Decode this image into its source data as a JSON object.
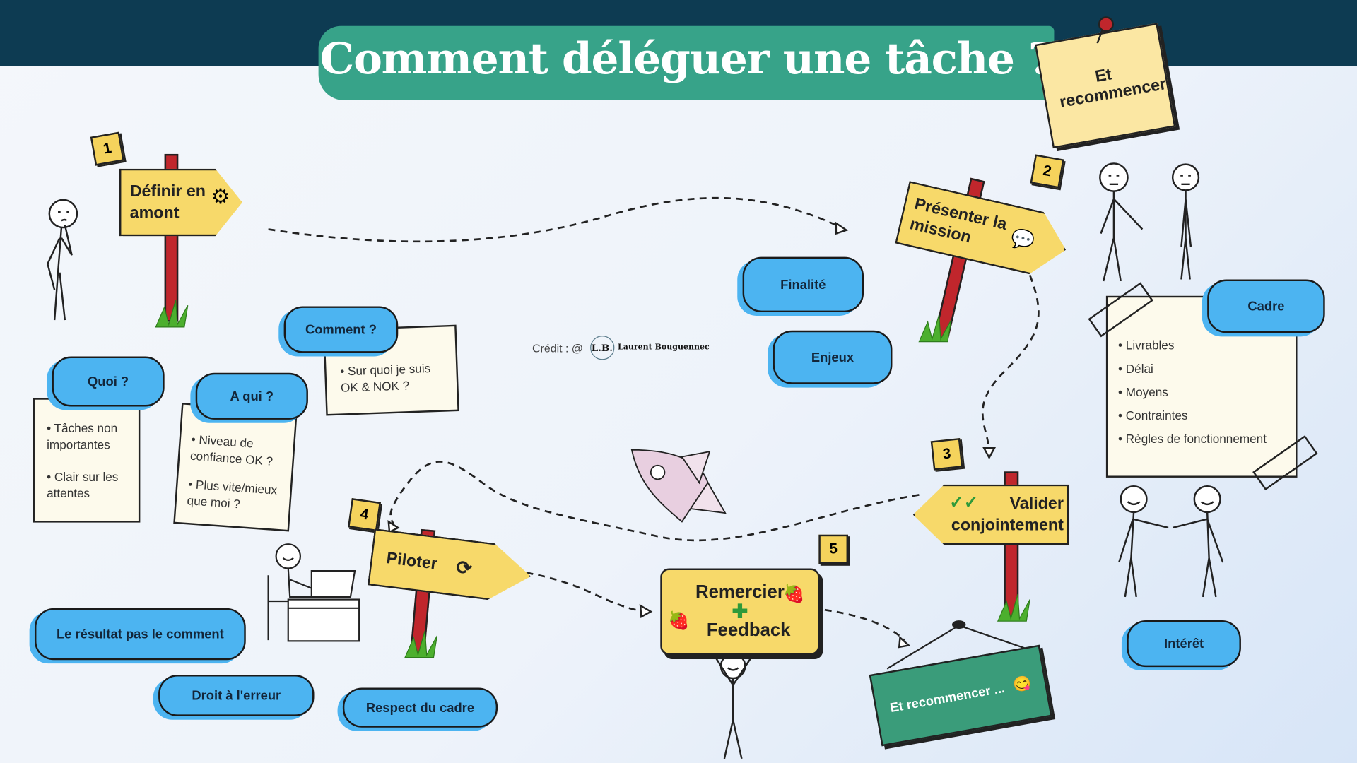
{
  "title": "Comment déléguer une tâche ?",
  "corner_note": "Et recommencer",
  "credit": {
    "label": "Crédit : @",
    "logo_initials": "L.B.",
    "author": "Laurent Bouguennec"
  },
  "steps": [
    {
      "number": "1",
      "label": "Définir en amont"
    },
    {
      "number": "2",
      "label": "Présenter la mission"
    },
    {
      "number": "3",
      "label": "Valider conjointement"
    },
    {
      "number": "4",
      "label": "Piloter"
    },
    {
      "number": "5",
      "label_line1": "Remercier",
      "label_line2": "Feedback"
    }
  ],
  "step1": {
    "quoi": {
      "title": "Quoi ?",
      "items": [
        "Tâches non importantes",
        "Clair sur les attentes"
      ]
    },
    "a_qui": {
      "title": "A qui ?",
      "items": [
        "Niveau de confiance OK ?",
        "Plus vite/mieux que moi ?"
      ]
    },
    "comment": {
      "title": "Comment ?",
      "items": [
        "Sur quoi je suis OK & NOK ?"
      ]
    }
  },
  "step2": {
    "finalite": "Finalité",
    "enjeux": "Enjeux",
    "cadre": {
      "title": "Cadre",
      "items": [
        "Livrables",
        "Délai",
        "Moyens",
        "Contraintes",
        "Règles de fonctionnement"
      ]
    },
    "interet": "Intérêt"
  },
  "step4": {
    "resultat": "Le résultat pas le comment",
    "droit": "Droit à l'erreur",
    "respect": "Respect du cadre"
  },
  "end_sign": "Et recommencer ...",
  "colors": {
    "header": "#0d3b52",
    "banner": "#37a389",
    "sign": "#f7d96a",
    "pill": "#4cb4f1",
    "post": "#c0262c",
    "end_sign": "#3a9c7a"
  }
}
